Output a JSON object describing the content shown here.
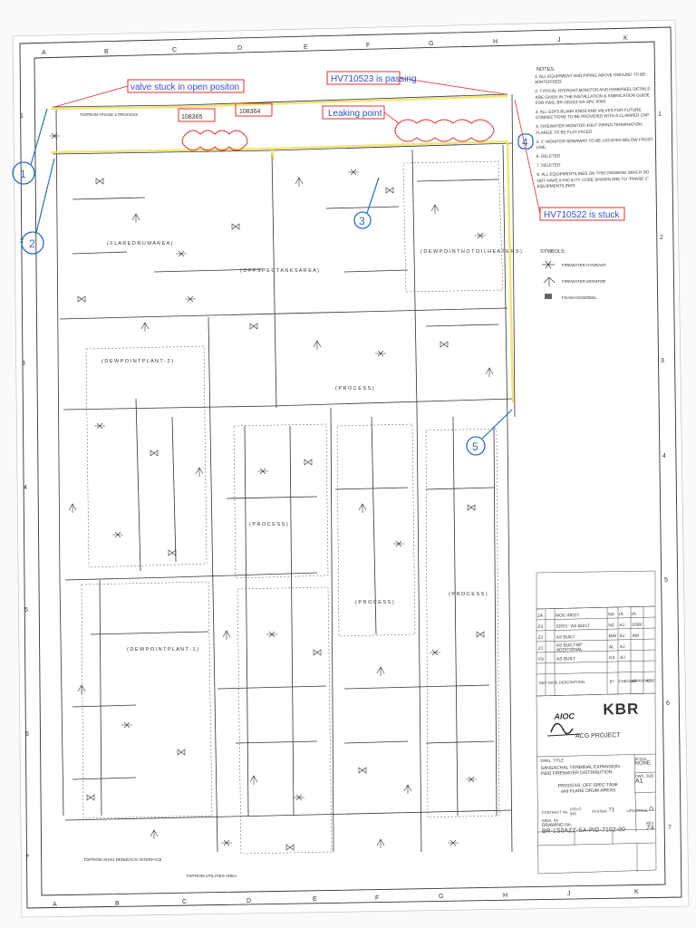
{
  "grid": {
    "columns": [
      "A",
      "B",
      "C",
      "D",
      "E",
      "F",
      "G",
      "H",
      "J",
      "K"
    ],
    "rows": [
      "1",
      "2",
      "3",
      "4",
      "5",
      "6",
      "7"
    ]
  },
  "annotations": {
    "valve_stuck": "valve stuck in open positon",
    "hv710523": "HV710523 is passing",
    "leaking_point": "Leaking point",
    "hv710522": "HV710522 is stuck",
    "ref_108365": "108365",
    "ref_108364": "108364",
    "circle_1": "1",
    "circle_2": "2",
    "circle_3": "3",
    "circle_4": "4",
    "circle_5": "5"
  },
  "areas": {
    "flare_drum": "( F L A R E   D R U M   A R E A )",
    "off_spec": "( O F F   S P E C   T A N K S   A R E A )",
    "dew_point_hot_oil": "( D E W   P O I N T   H O T  O I L H E A T E R S )",
    "process_1": "( P R O C E S S )",
    "process_2": "( P R O C E S S )",
    "process_3": "( P R O C E S S )",
    "process_4": "( P R O C E S S )",
    "dew_point_2": "( D E W   P O I N T   P L A N T - 2 )",
    "dew_point_1": "( D E W   P O I N T   P L A N T - 1 )"
  },
  "notes": {
    "title": "NOTES:",
    "items": [
      "1. ALL EQUIPMENT AND PIPING ABOVE GROUND TO BE WINTERISED.",
      "2. TYPICAL HYDRANT,MONITOR AND HOSEREEL DETAILS ARE GIVEN IN THE INSTALLATION & FABRICATION GUIDE FOR FWS, BR-ODZZZ-SA-SPC-0006.",
      "3. ALL GDI'S BLANK ENDS AND VALVES FOR FUTURE CONNECTIONS TO BE PROVIDED WITH A CLAMPED CAP.",
      "4. FIREWATER MONITOR 4OUT PIPING TERMINATION FLANGE TO BE FLAT FACED.",
      "5. 1\" MONITOR SDWAWAY TO BE LOCATED BELOW FROST LINE.",
      "6. DELETED",
      "7. DELETED",
      "8. ALL EQUIPMENT/LINES ON THIS DRAWING WHICH DO NOT HAVE A FACILITY CODE SHOWN ARE TO \"PHASE 1\" EQUIPMENT/LINES"
    ]
  },
  "symbols": {
    "title": "SYMBOLS:",
    "items": [
      "FIREWATER HYDRANT",
      "FIREWATER MONITOR",
      "FOAM HOSEREEL"
    ]
  },
  "revisions": [
    {
      "rev": "Z4",
      "date": "",
      "desc": "MOC-39227",
      "by": "NA",
      "chk": "IA",
      "appr": "IA"
    },
    {
      "rev": "Z3",
      "date": "",
      "desc": "SDS3 - AS BUILT",
      "by": "NC",
      "chk": "AJ",
      "appr": "OSM"
    },
    {
      "rev": "Z2",
      "date": "",
      "desc": "AS BUILT",
      "by": "MW",
      "chk": "AJ",
      "appr": "AM"
    },
    {
      "rev": "Z1",
      "date": "",
      "desc": "AS BUILT-BP ADDITIONAL",
      "by": "AL",
      "chk": "AJ",
      "appr": ""
    },
    {
      "rev": "F9",
      "date": "",
      "desc": "AS BUILT",
      "by": "KS",
      "chk": "AJ",
      "appr": ""
    }
  ],
  "rev_header": {
    "rev": "REV",
    "date": "DATE",
    "desc": "DESCRIPTION",
    "by": "BY",
    "chk": "CHECKED",
    "appr": "APPROVED",
    "aioc": "AIOC"
  },
  "title_block": {
    "logo_left": "AIOC",
    "logo_right": "KBR",
    "project": "ACG PROJECT",
    "dwg_title_label": "DWG. TITLE",
    "line1": "SANGACHAL TERMINAL EXPANSION",
    "line2": "P&ID FIREWATER DISTRIBUTION.",
    "line3": "PROCESS, OFF SPEC TANK",
    "line4": "and FLARE DRUM AREAS",
    "scale_label": "SCALE",
    "scale": "NONE",
    "size_label": "DWG. SIZE",
    "size": "A1",
    "contract_label": "CONTRACT No.",
    "contract": "FPD-C-045",
    "area_label": "AREA",
    "area": "SA",
    "system_label": "SYSTEM",
    "system": "71",
    "lifecycle_label": "LIFE CYCLE",
    "lifecycle": "O",
    "drawing_label": "DRAWING No.",
    "drawing_no": "BR-1S0AZZ-SA-PID-7102-00",
    "rev_label": "REV.",
    "rev": "Z4"
  },
  "misc": {
    "to_from_utilities": "TO/FROM UTILITIES AREA",
    "to_from_phase2": "TO/FROM PHASE 2 PROCESS",
    "to_from_shah": "TO/FROM SHAH DENIZ/ACG INTERFACE"
  }
}
